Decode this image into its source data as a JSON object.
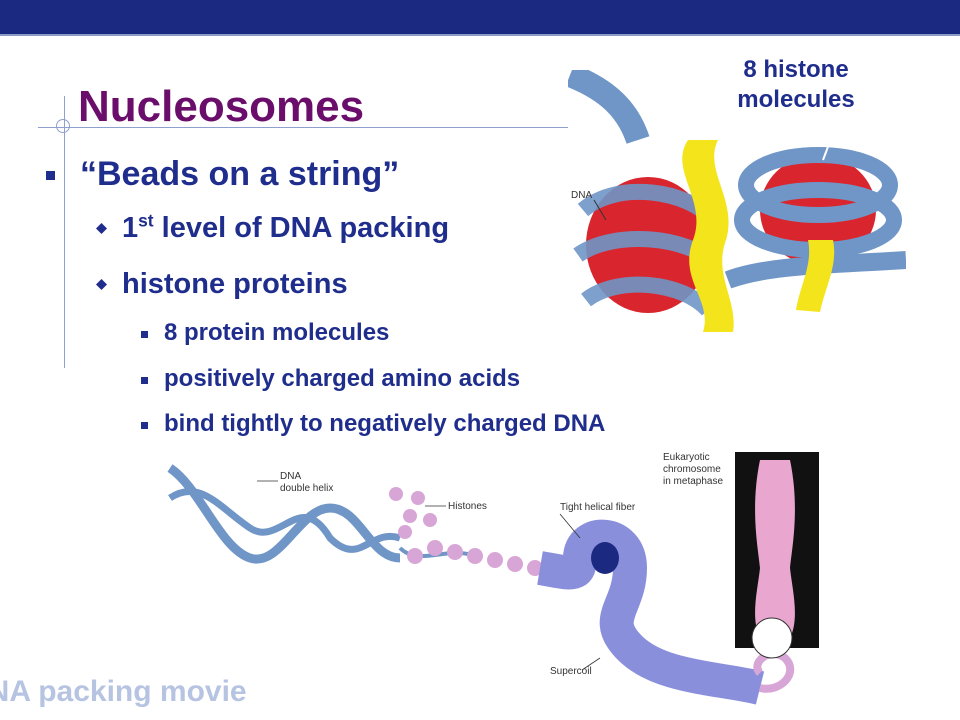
{
  "colors": {
    "top_bar": "#1b2a80",
    "top_stripe": "#8b9cc7",
    "title": "#6a0d6b",
    "text": "#1f2d8c",
    "guide": "#8fa0cf",
    "bullet_marker": "#1f2d8c",
    "link": "#b6c4e2",
    "histone_red": "#d9262e",
    "dna_blue": "#6f96c7",
    "linker_yellow": "#f4e41c",
    "fiber_purple": "#8a8fdc",
    "histone_bead": "#d8a6d6",
    "chromosome_pink": "#e9a7cf",
    "chromosome_bg": "#111111"
  },
  "slide": {
    "title": "Nucleosomes",
    "bullets": [
      {
        "level": 1,
        "text": "“Beads on a string”",
        "marker": "square"
      },
      {
        "level": 2,
        "text_main": "1",
        "text_sup": "st",
        "text_rest": " level of DNA packing",
        "marker": "diamond"
      },
      {
        "level": 2,
        "text": "histone proteins",
        "marker": "diamond"
      },
      {
        "level": 3,
        "text": "8 protein molecules",
        "marker": "square"
      },
      {
        "level": 3,
        "text": "positively charged amino acids",
        "marker": "square"
      },
      {
        "level": 3,
        "text": "bind tightly to negatively charged DNA",
        "marker": "square"
      }
    ],
    "link_text": "DNA packing movie"
  },
  "nucleosome_figure": {
    "caption_line1": "8 histone",
    "caption_line2": "molecules",
    "dna_label": "DNA"
  },
  "packing_figure": {
    "labels": {
      "double_helix_line1": "DNA",
      "double_helix_line2": "double helix",
      "histones": "Histones",
      "helical_fiber": "Tight helical fiber",
      "supercoil": "Supercoil",
      "chromosome_line1": "Eukaryotic",
      "chromosome_line2": "chromosome",
      "chromosome_line3": "in metaphase"
    }
  }
}
